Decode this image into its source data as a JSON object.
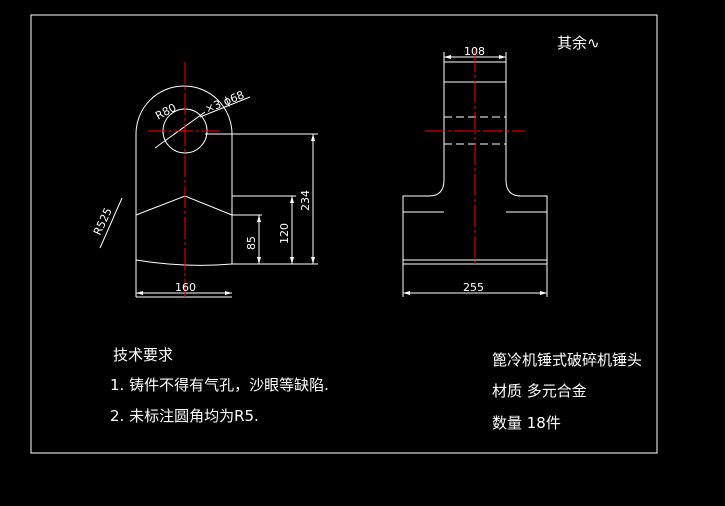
{
  "colors": {
    "background": "#000000",
    "lines": "#ffffff",
    "centerline": "#ff0000"
  },
  "surface_note": "其余∿",
  "front_view": {
    "radius_outer": "R80",
    "hole_note": "×3 ϕ68",
    "radius_side": "R525",
    "dim_width": "160",
    "dim_85": "85",
    "dim_120": "120",
    "dim_234": "234"
  },
  "side_view": {
    "dim_top": "108",
    "dim_bottom": "255"
  },
  "tech": {
    "title": "技术要求",
    "item1": "1. 铸件不得有气孔，沙眼等缺陷.",
    "item2": "2. 未标注圆角均为R5."
  },
  "info": {
    "name": "篦冷机锤式破碎机锤头",
    "material": "材质  多元合金",
    "quantity": "数量  18件"
  }
}
